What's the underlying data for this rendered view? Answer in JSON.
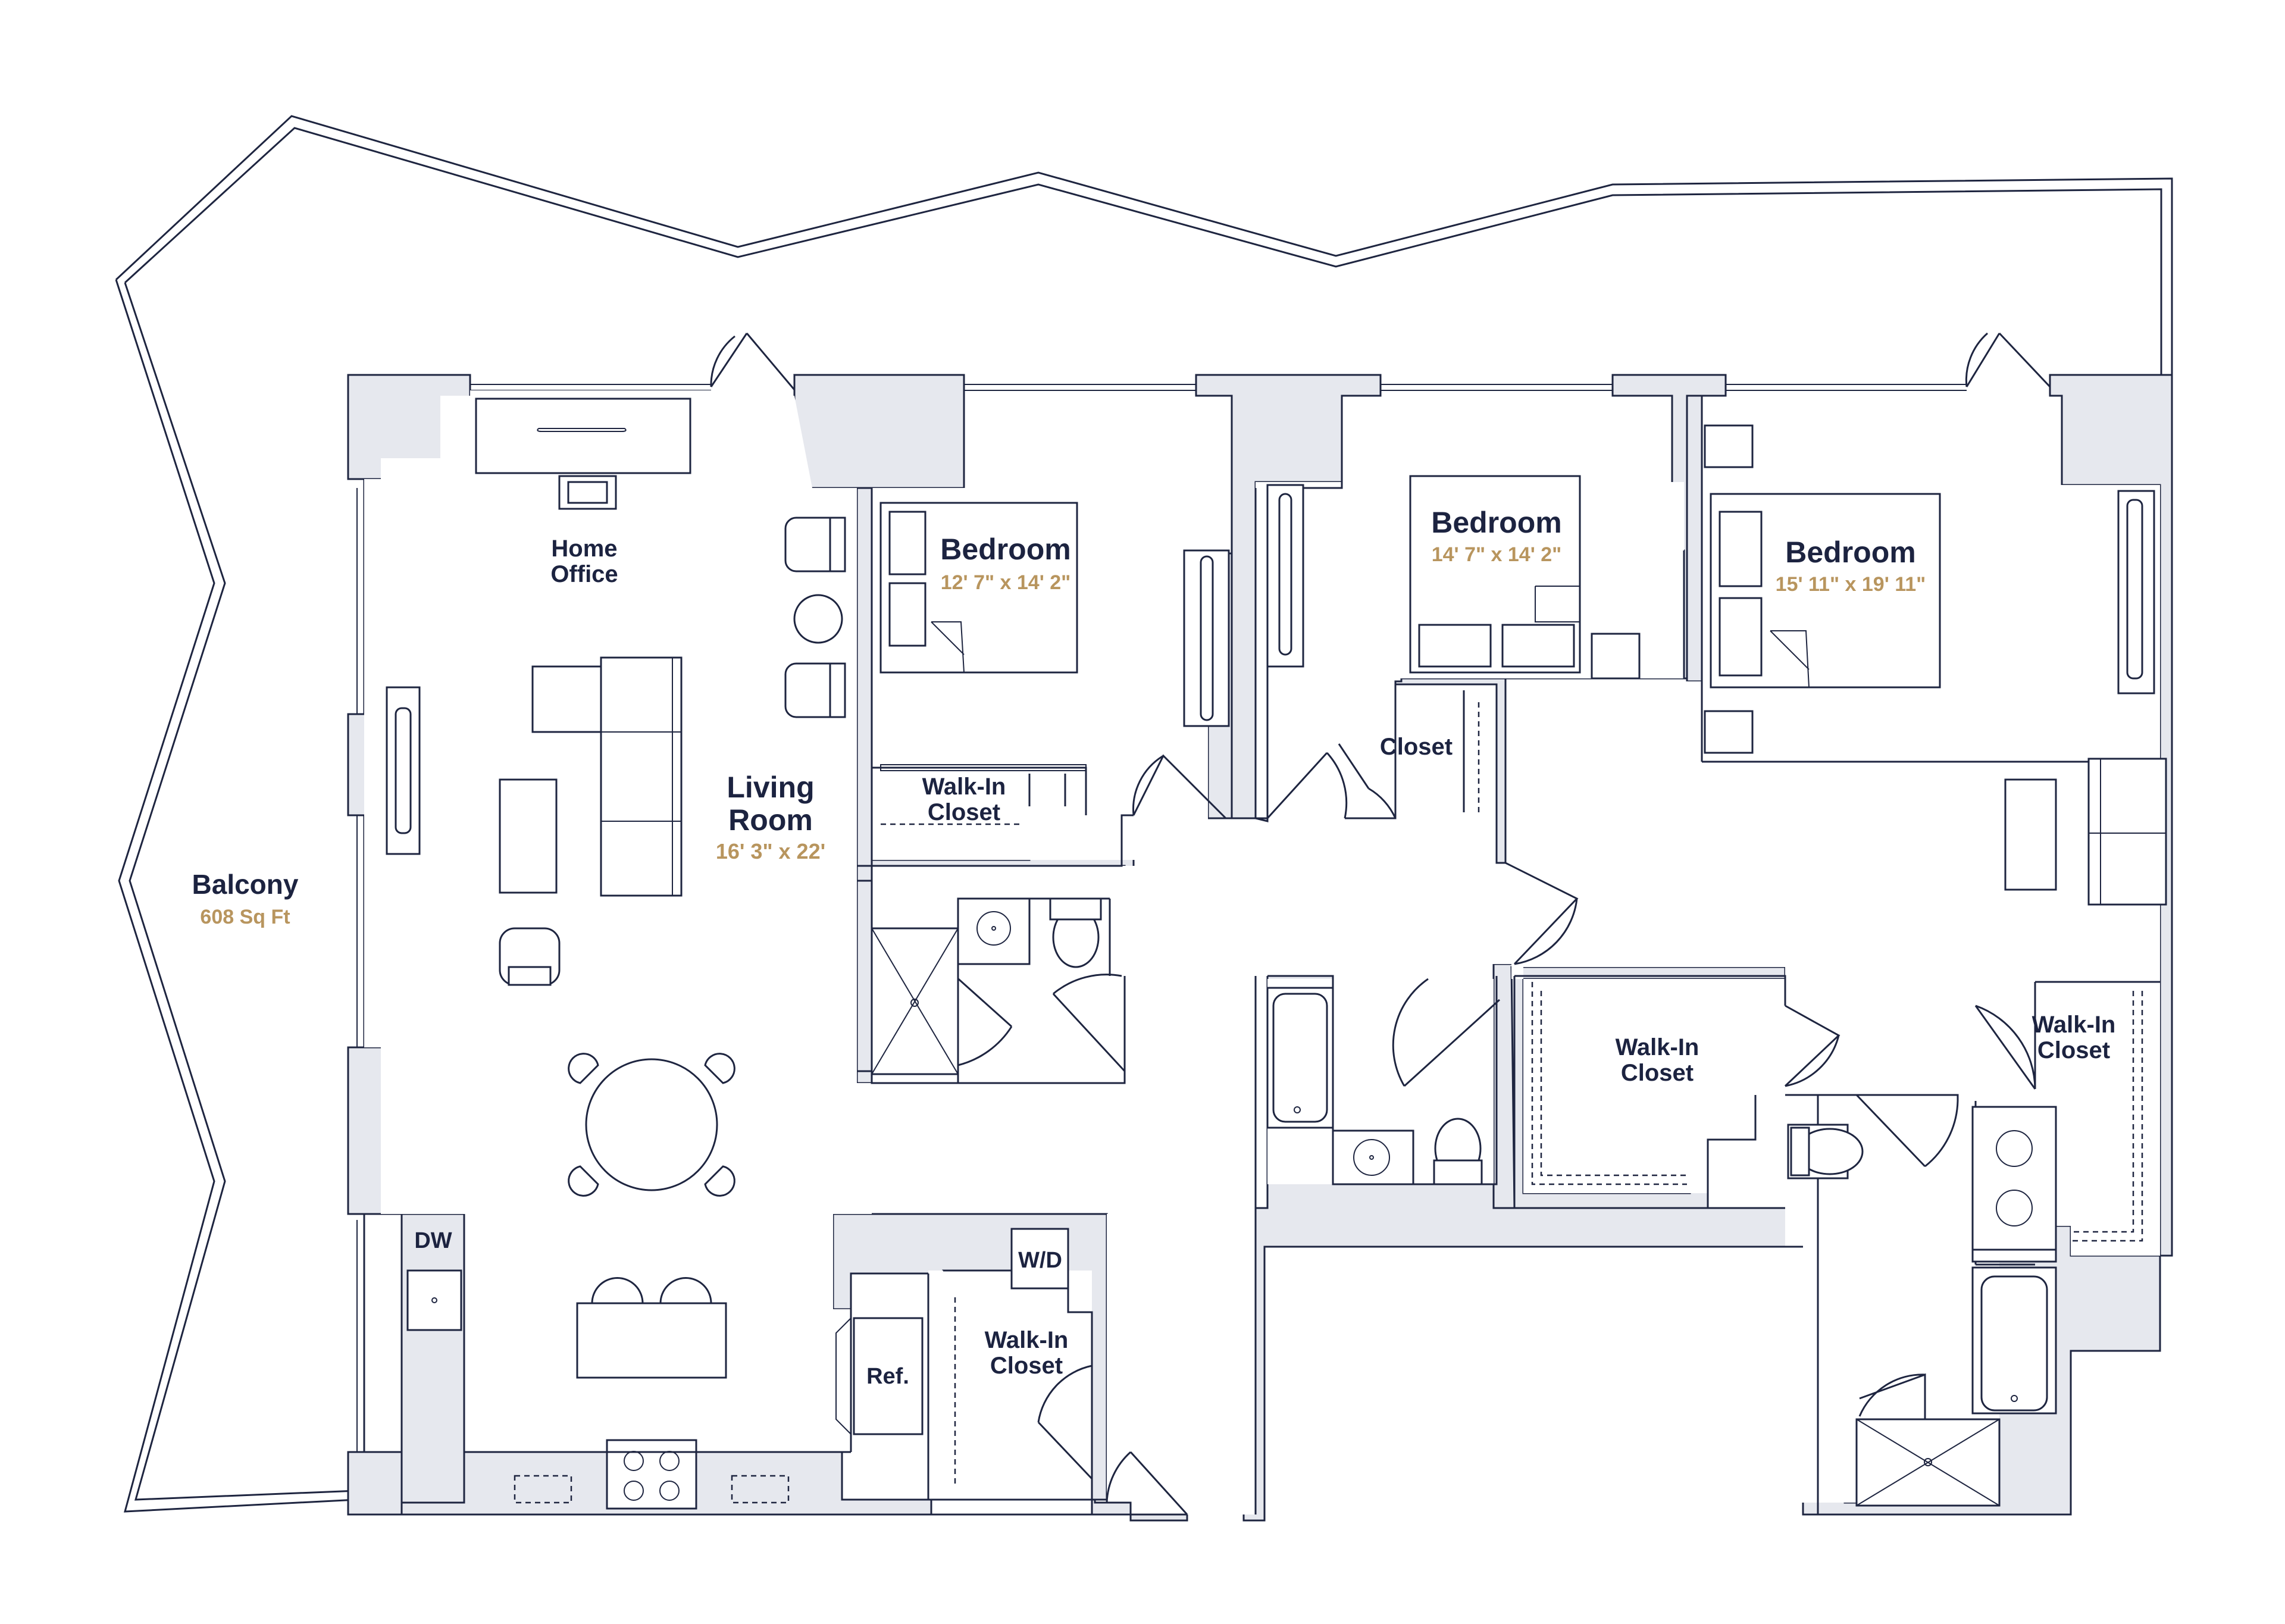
{
  "balcony": {
    "name": "Balcony",
    "area": "608 Sq Ft"
  },
  "rooms": {
    "home_office": {
      "line1": "Home",
      "line2": "Office"
    },
    "living_room": {
      "line1": "Living",
      "line2": "Room",
      "dims": "16' 3\" x 22'"
    },
    "bedroom_1": {
      "name": "Bedroom",
      "dims": "12' 7\" x 14' 2\""
    },
    "bedroom_2": {
      "name": "Bedroom",
      "dims": "14' 7\" x 14' 2\""
    },
    "bedroom_3": {
      "name": "Bedroom",
      "dims": "15' 11\" x 19' 11\""
    },
    "walk_in_closet_1": {
      "line1": "Walk-In",
      "line2": "Closet"
    },
    "closet": {
      "name": "Closet"
    },
    "walk_in_closet_2": {
      "line1": "Walk-In",
      "line2": "Closet"
    },
    "walk_in_closet_3": {
      "line1": "Walk-In",
      "line2": "Closet"
    },
    "walk_in_closet_4": {
      "line1": "Walk-In",
      "line2": "Closet"
    }
  },
  "appliances": {
    "dishwasher": "DW",
    "washer_dryer": "W/D",
    "refrigerator": "Ref."
  },
  "colors": {
    "wall_fill": "#e6e8ee",
    "line": "#1e2540",
    "label": "#1c2340",
    "dimension": "#b8955e"
  }
}
